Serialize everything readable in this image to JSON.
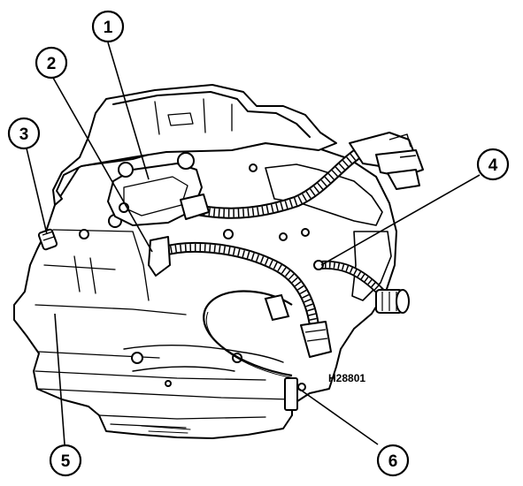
{
  "callouts": [
    {
      "id": "1",
      "label": "1"
    },
    {
      "id": "2",
      "label": "2"
    },
    {
      "id": "3",
      "label": "3"
    },
    {
      "id": "4",
      "label": "4"
    },
    {
      "id": "5",
      "label": "5"
    },
    {
      "id": "6",
      "label": "6"
    }
  ],
  "reference_code": "H28801",
  "colors": {
    "ink": "#000000",
    "paper": "#ffffff"
  }
}
